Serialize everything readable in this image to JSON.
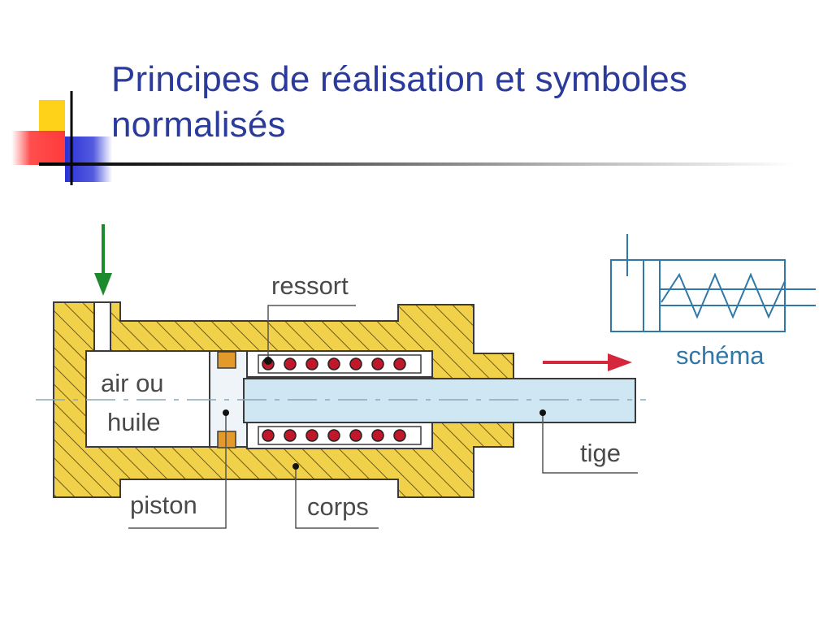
{
  "slide": {
    "title_line1": "Principes de réalisation et symboles",
    "title_line2": "normalisés"
  },
  "diagram": {
    "labels": {
      "fluid_line1": "air ou",
      "fluid_line2": "huile",
      "spring": "ressort",
      "piston": "piston",
      "body": "corps",
      "rod": "tige",
      "schema": "schéma"
    },
    "colors": {
      "body_fill": "#f2d14a",
      "hatch": "#6b5a17",
      "rod_fill": "#cfe6f3",
      "cavity": "#ffffff",
      "spring_coil": "#c0182a",
      "piston_seal": "#e39a2a",
      "inlet_arrow": "#1e8a2e",
      "motion_arrow": "#d4263c",
      "symbol_lines": "#2f78a8"
    },
    "icons": {
      "inlet": "arrow-down-icon",
      "motion": "arrow-right-icon"
    },
    "spring_coils_per_row": 7
  }
}
